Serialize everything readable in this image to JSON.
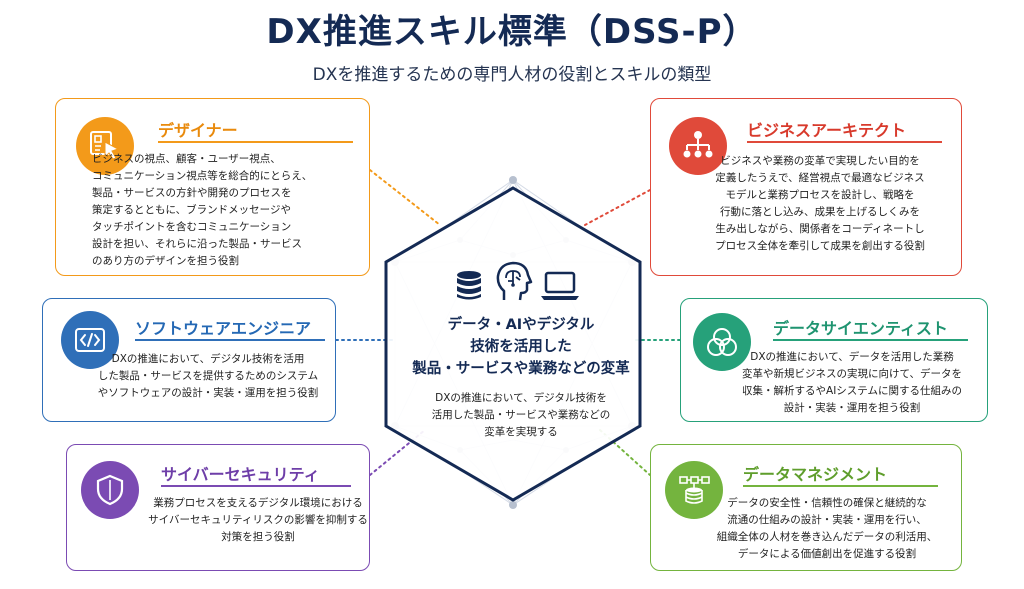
{
  "title": "DX推進スキル標準（DSS-P）",
  "subtitle": "DXを推進するための専門人材の役割とスキルの類型",
  "center": {
    "main": "データ・AIやデジタル\n技術を活用した\n製品・サービスや業務などの変革",
    "sub": "DXの推進において、デジタル技術を\n活用した製品・サービスや業務などの\n変革を実現する",
    "icons": [
      "database-icon",
      "head-ai-icon",
      "laptop-icon"
    ]
  },
  "roles": [
    {
      "id": "designer",
      "title": "デザイナー",
      "icon": "design-cursor-icon",
      "color": "#f39a1a",
      "description": "ビジネスの視点、顧客・ユーザー視点、\nコミュニケーション視点等を総合的にとらえ、\n製品・サービスの方針や開発のプロセスを\n策定するとともに、ブランドメッセージや\nタッチポイントを含むコミュニケーション\n設計を担い、それらに沿った製品・サービス\nのあり方のデザインを担う役割"
    },
    {
      "id": "business-architect",
      "title": "ビジネスアーキテクト",
      "icon": "hierarchy-icon",
      "color": "#e04a3a",
      "description": "ビジネスや業務の変革で実現したい目的を\n定義したうえで、経営視点で最適なビジネス\nモデルと業務プロセスを設計し、戦略を\n行動に落とし込み、成果を上げるしくみを\n生み出しながら、関係者をコーディネートし\nプロセス全体を牽引して成果を創出する役割"
    },
    {
      "id": "software-engineer",
      "title": "ソフトウェアエンジニア",
      "icon": "code-icon",
      "color": "#2f6fb8",
      "description": "DXの推進において、デジタル技術を活用\nした製品・サービスを提供するためのシステム\nやソフトウェアの設計・実装・運用を担う役割"
    },
    {
      "id": "data-scientist",
      "title": "データサイエンティスト",
      "icon": "venn-icon",
      "color": "#26a17a",
      "description": "DXの推進において、データを活用した業務\n変革や新規ビジネスの実現に向けて、データを\n収集・解析するやAIシステムに関する仕組みの\n設計・実装・運用を担う役割"
    },
    {
      "id": "cyber-security",
      "title": "サイバーセキュリティ",
      "icon": "shield-icon",
      "color": "#7b4bb3",
      "description": "業務プロセスを支えるデジタル環境における\nサイバーセキュリティリスクの影響を抑制する\n対策を担う役割"
    },
    {
      "id": "data-management",
      "title": "データマネジメント",
      "icon": "data-flow-icon",
      "color": "#74b43e",
      "description": "データの安全性・信頼性の確保と継続的な\n流通の仕組みの設計・実装・運用を行い、\n組織全体の人材を巻き込んだデータの利活用、\nデータによる価値創出を促進する役割"
    }
  ]
}
